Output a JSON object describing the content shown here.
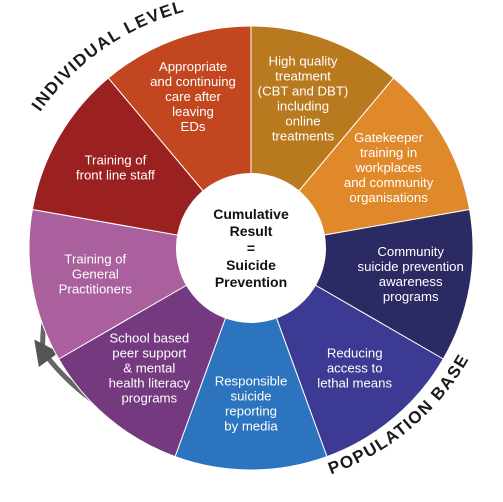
{
  "outer_labels": {
    "top": "INDIVIDUAL LEVEL",
    "bottom": "POPULATION BASED"
  },
  "center": {
    "lines": [
      "Cumulative",
      "Result",
      "=",
      "Suicide",
      "Prevention"
    ]
  },
  "segments": [
    {
      "id": "high-quality-treatment",
      "color": "#b8791f",
      "lines": [
        "High quality",
        "treatment",
        "(CBT and DBT)",
        "including",
        "online",
        "treatments"
      ]
    },
    {
      "id": "gatekeeper-training",
      "color": "#e0892b",
      "lines": [
        "Gatekeeper",
        "training in",
        "workplaces",
        "and community",
        "organisations"
      ]
    },
    {
      "id": "community-awareness",
      "color": "#2c2a63",
      "lines": [
        "Community",
        "suicide prevention",
        "awareness",
        "programs"
      ]
    },
    {
      "id": "reducing-access",
      "color": "#3c3a92",
      "lines": [
        "Reducing",
        "access to",
        "lethal means"
      ]
    },
    {
      "id": "responsible-reporting",
      "color": "#2d74bf",
      "lines": [
        "Responsible",
        "suicide",
        "reporting",
        "by media"
      ]
    },
    {
      "id": "school-based-support",
      "color": "#74397f",
      "lines": [
        "School based",
        "peer support",
        "& mental",
        "health literacy",
        "programs"
      ]
    },
    {
      "id": "training-gps",
      "color": "#a9609d",
      "lines": [
        "Training of",
        "General",
        "Practitioners"
      ]
    },
    {
      "id": "training-front-line",
      "color": "#9b2020",
      "lines": [
        "Training of",
        "front line staff"
      ]
    },
    {
      "id": "appropriate-care",
      "color": "#c2461f",
      "lines": [
        "Appropriate",
        "and continuing",
        "care after",
        "leaving",
        "EDs"
      ]
    }
  ]
}
